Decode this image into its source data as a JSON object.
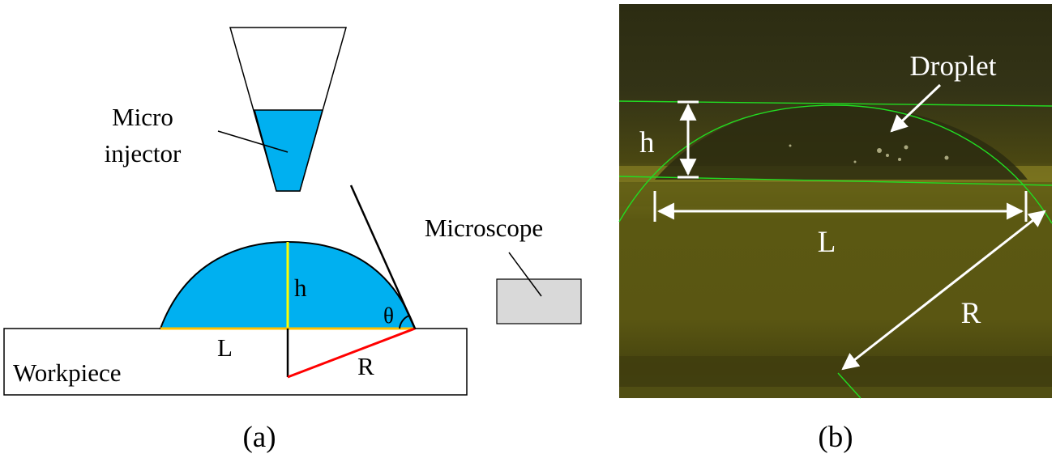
{
  "panel_a": {
    "caption": "(a)",
    "injector_label_line1": "Micro",
    "injector_label_line2": "injector",
    "microscope_label": "Microscope",
    "workpiece_label": "Workpiece",
    "h_label": "h",
    "L_label": "L",
    "R_label": "R",
    "theta_label": "θ"
  },
  "panel_b": {
    "caption": "(b)",
    "droplet_label": "Droplet",
    "h_label": "h",
    "L_label": "L",
    "R_label": "R"
  },
  "colors": {
    "liquid": "#00b0f0",
    "height_line": "#ffff00",
    "base_line": "#ffc000",
    "radius_line": "#ff0000",
    "fit_curve": "#22dd22",
    "microscope_box": "#d9d9d9"
  }
}
